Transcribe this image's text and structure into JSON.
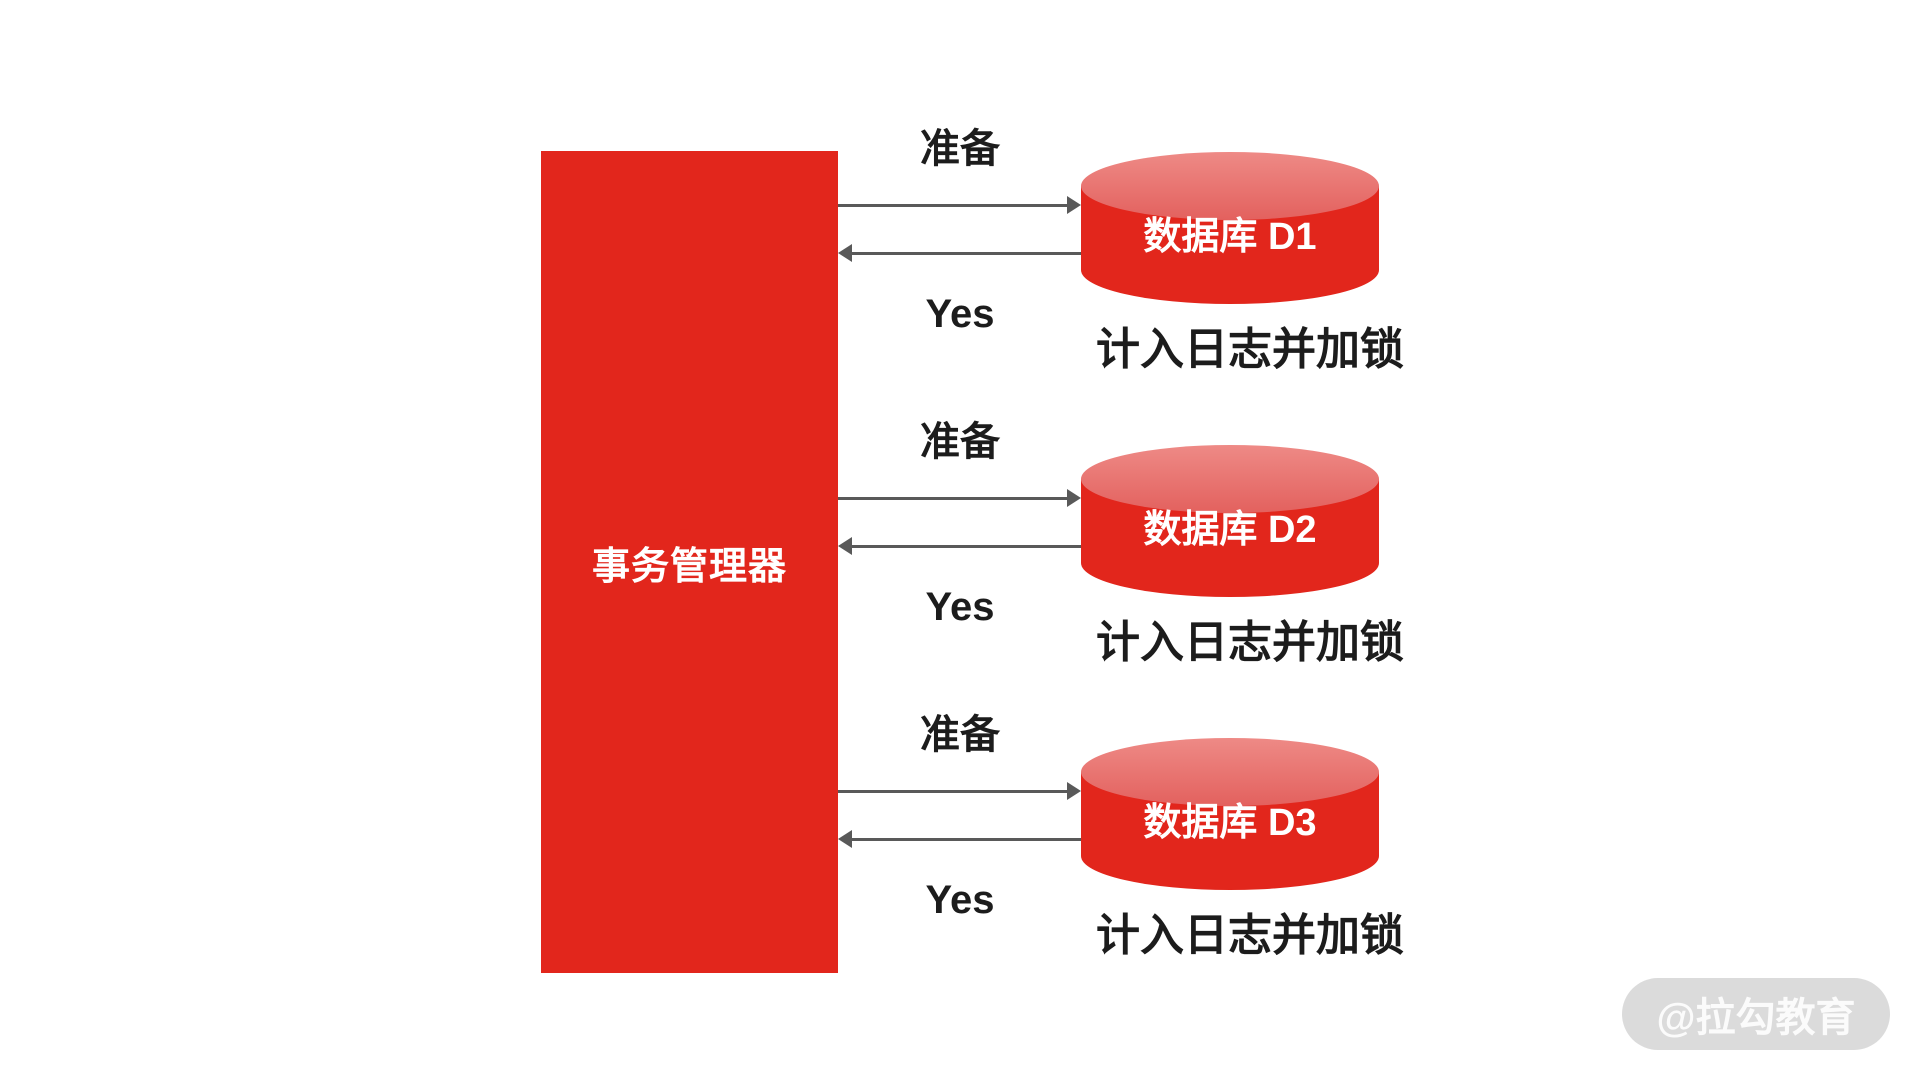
{
  "manager": {
    "label": "事务管理器"
  },
  "groups": [
    {
      "request": "准备",
      "response": "Yes",
      "db": "数据库 D1",
      "note": "计入日志并加锁"
    },
    {
      "request": "准备",
      "response": "Yes",
      "db": "数据库 D2",
      "note": "计入日志并加锁"
    },
    {
      "request": "准备",
      "response": "Yes",
      "db": "数据库 D3",
      "note": "计入日志并加锁"
    }
  ],
  "watermark": "@拉勾教育",
  "colors": {
    "primary_red": "#e2261c",
    "cylinder_top_red": "#e87370",
    "arrow_gray": "#595959",
    "label_black": "#1c1c1c",
    "watermark_bg": "#dbdbdb",
    "watermark_text": "#fbfbfb"
  }
}
